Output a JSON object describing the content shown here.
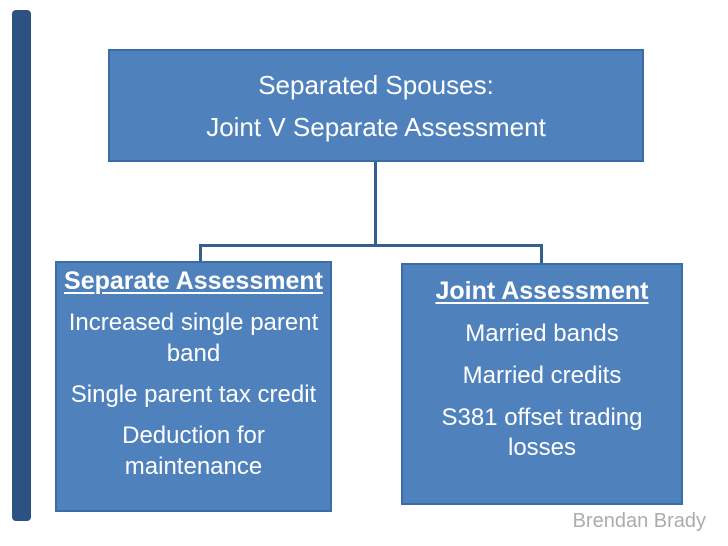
{
  "slide": {
    "title": {
      "lines": [
        "Separated Spouses:",
        "Joint V Separate Assessment"
      ]
    },
    "left_box": {
      "heading": "Separate Assessment",
      "items": [
        {
          "lines": [
            "Increased single parent",
            "band"
          ]
        },
        {
          "lines": [
            "Single parent tax credit"
          ]
        },
        {
          "lines": [
            "Deduction for",
            "maintenance"
          ]
        }
      ]
    },
    "right_box": {
      "heading": "Joint Assessment",
      "items": [
        {
          "lines": [
            "Married bands"
          ]
        },
        {
          "lines": [
            "Married credits"
          ]
        },
        {
          "lines": [
            "S381 offset trading",
            "losses"
          ]
        }
      ]
    },
    "author": "Brendan Brady",
    "colors": {
      "box_fill": "#4f81bd",
      "box_border": "#3b6ca5",
      "connector": "#355e91",
      "accent_bar": "#2c5283",
      "box_text": "#ffffff",
      "author_text": "#acacac"
    }
  }
}
